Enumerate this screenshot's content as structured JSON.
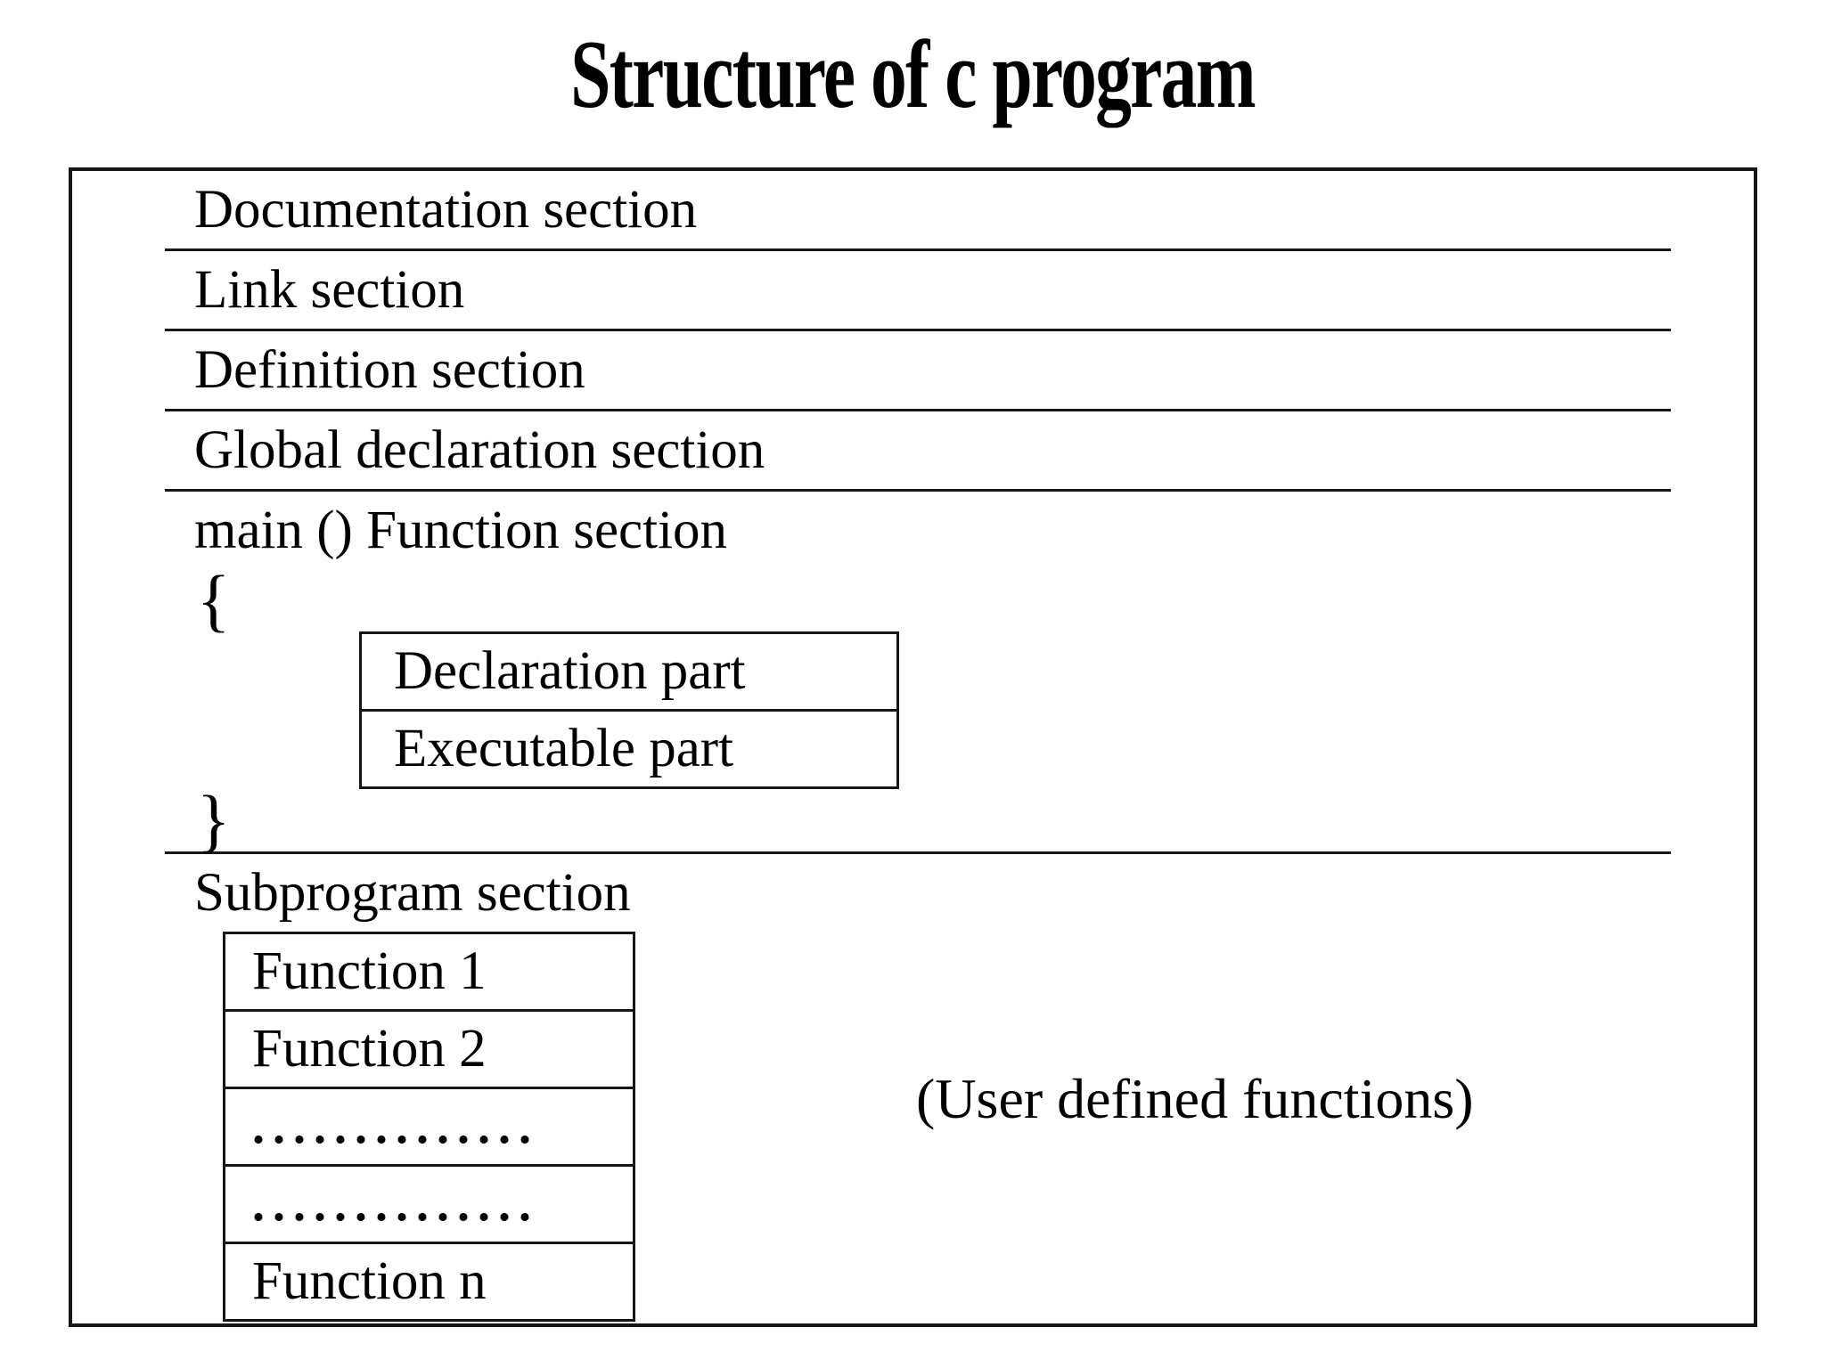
{
  "title": "Structure of c program",
  "diagram": {
    "sections": [
      "Documentation section",
      "Link section",
      "Definition section",
      "Global declaration section",
      "main () Function section"
    ],
    "open_brace": "{",
    "close_brace": "}",
    "main_parts": [
      "Declaration part",
      "Executable part"
    ],
    "subprogram_label": "Subprogram section",
    "functions": [
      "Function 1",
      "Function 2",
      "..............",
      "..............",
      "Function n"
    ],
    "note": "(User defined functions)"
  },
  "colors": {
    "text": "#000000",
    "line": "#161616",
    "background": "#ffffff"
  }
}
